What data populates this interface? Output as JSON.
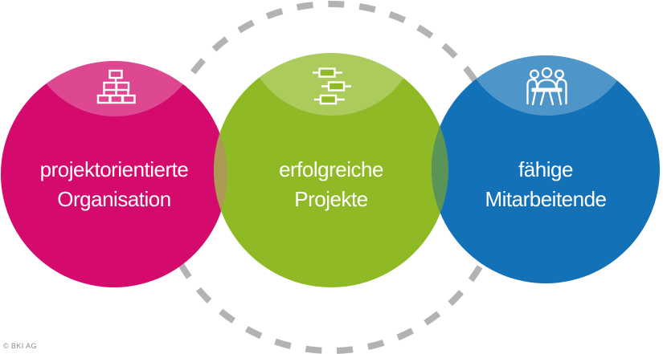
{
  "diagram": {
    "type": "venn-infographic",
    "dashed_ring": {
      "color": "#b3b3b3"
    },
    "circles": [
      {
        "id": "organisation",
        "label_line1": "projektorientierte",
        "label_line2": "Organisation",
        "color": "#d40a6c",
        "icon": "org-chart-icon"
      },
      {
        "id": "projekte",
        "label_line1": "erfolgreiche",
        "label_line2": "Projekte",
        "color": "#8fba26",
        "icon": "gantt-chart-icon"
      },
      {
        "id": "mitarbeitende",
        "label_line1": "fähige",
        "label_line2": "Mitarbeitende",
        "color": "#1371b8",
        "icon": "meeting-icon"
      }
    ],
    "overlaps": [
      {
        "between": "organisation-projekte",
        "color": "#ad9a55"
      },
      {
        "between": "projekte-mitarbeitende",
        "color": "#5b9457"
      }
    ],
    "text_color": "#ffffff"
  },
  "footer": {
    "copyright": "© BKI AG"
  }
}
